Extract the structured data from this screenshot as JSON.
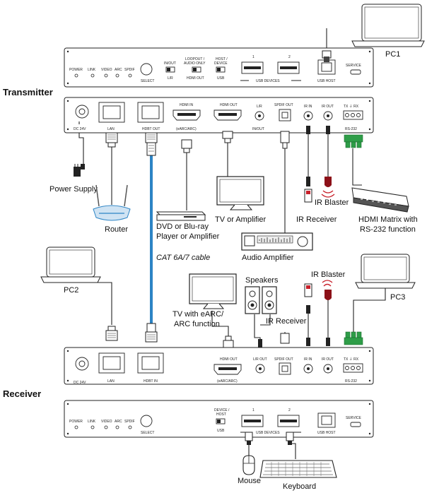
{
  "headings": {
    "transmitter": "Transmitter",
    "receiver": "Receiver"
  },
  "tx_front": {
    "leds": [
      "POWER",
      "LINK",
      "VIDEO",
      "ARC",
      "SPDIF"
    ],
    "select": "SELECT",
    "switch_inout": "IN/OUT",
    "switch_lr": "L/R",
    "switch_loopout": "LOOPOUT /",
    "switch_audioonly": "AUDIO ONLY",
    "switch_hdmiout": "HDMI OUT",
    "switch_host": "HOST /",
    "switch_device": "DEVICE",
    "switch_usb": "USB",
    "usb1": "1",
    "usb2": "2",
    "usb_devices": "USB DEVICES",
    "usb_host": "USB HOST",
    "service": "SERVICE"
  },
  "tx_rear": {
    "dc": "DC 24V",
    "lan": "LAN",
    "hdbt_out": "HDBT OUT",
    "hdmi_in": "HDMI IN",
    "earc": "(eARC/ARC)",
    "hdmi_out": "HDMI OUT",
    "lr": "L/R",
    "in_out": "IN/OUT",
    "spdif_out": "SPDIF OUT",
    "ir_in": "IR IN",
    "ir_out": "IR OUT",
    "tx_rx": "TX ⏚ RX",
    "rs232": "RS-232"
  },
  "rx_rear": {
    "dc": "DC 24V",
    "lan": "LAN",
    "hdbt_in": "HDBT IN",
    "hdmi_out": "HDMI OUT",
    "earc": "(eARC/ARC)",
    "lr_out": "L/R OUT",
    "spdif_out": "SPDIF OUT",
    "ir_in": "IR IN",
    "ir_out": "IR OUT",
    "tx_rx": "TX ⏚ RX",
    "rs232": "RS-232"
  },
  "rx_front": {
    "leds": [
      "POWER",
      "LINK",
      "VIDEO",
      "ARC",
      "SPDIF"
    ],
    "select": "SELECT",
    "device": "DEVICE /",
    "host": "HOST",
    "usb": "USB",
    "usb1": "1",
    "usb2": "2",
    "usb_devices": "USB DEVICES",
    "usb_host": "USB HOST",
    "service": "SERVICE"
  },
  "devices": {
    "pc1": "PC1",
    "pc2": "PC2",
    "pc3": "PC3",
    "power_supply": "Power Supply",
    "router": "Router",
    "dvd_line1": "DVD or Blu-ray",
    "dvd_line2": "Player or Amplifier",
    "cat_cable": "CAT 6A/7 cable",
    "tv_amp": "TV or Amplifier",
    "ir_receiver_tx": "IR Receiver",
    "ir_blaster_tx": "IR Blaster",
    "matrix_line1": "HDMI Matrix with",
    "matrix_line2": "RS-232 function",
    "audio_amp": "Audio Amplifier",
    "speakers": "Speakers",
    "ir_blaster_rx": "IR Blaster",
    "tv_earc_line1": "TV with eARC/",
    "tv_earc_line2": "ARC function",
    "ir_receiver_rx": "IR Receiver",
    "mouse": "Mouse",
    "keyboard": "Keyboard"
  }
}
